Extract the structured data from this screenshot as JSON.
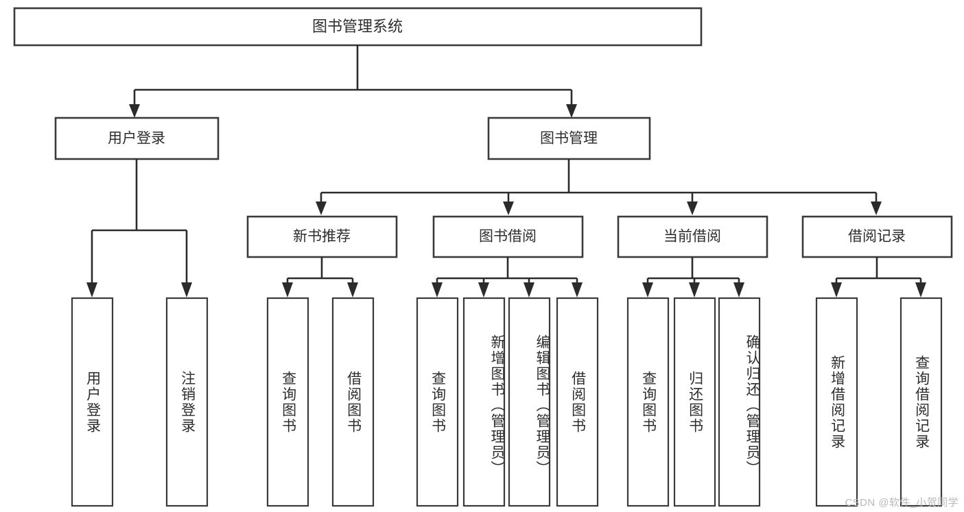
{
  "diagram": {
    "type": "tree",
    "title": "图书管理系统",
    "root": {
      "label": "图书管理系统"
    },
    "level2": [
      {
        "label": "用户登录"
      },
      {
        "label": "图书管理"
      }
    ],
    "level3": [
      {
        "label": "新书推荐"
      },
      {
        "label": "图书借阅"
      },
      {
        "label": "当前借阅"
      },
      {
        "label": "借阅记录"
      }
    ],
    "leaves": {
      "user_login": [
        {
          "label": "用户登录"
        },
        {
          "label": "注销登录"
        }
      ],
      "new_book_recommend": [
        {
          "label": "查询图书"
        },
        {
          "label": "借阅图书"
        }
      ],
      "book_borrow": [
        {
          "label": "查询图书"
        },
        {
          "label": "新增图书（管理员）"
        },
        {
          "label": "编辑图书（管理员）"
        },
        {
          "label": "借阅图书"
        }
      ],
      "current_borrow": [
        {
          "label": "查询图书"
        },
        {
          "label": "归还图书"
        },
        {
          "label": "确认归还（管理员）"
        }
      ],
      "borrow_record": [
        {
          "label": "新增借阅记录"
        },
        {
          "label": "查询借阅记录"
        }
      ]
    }
  },
  "watermark": {
    "text": "CSDN @软件_小贺同学"
  },
  "colors": {
    "stroke": "#3a3a3a",
    "connector": "#2b2b2b",
    "text": "#2d2d2d",
    "background": "#ffffff",
    "watermark": "#b9b9b9"
  }
}
